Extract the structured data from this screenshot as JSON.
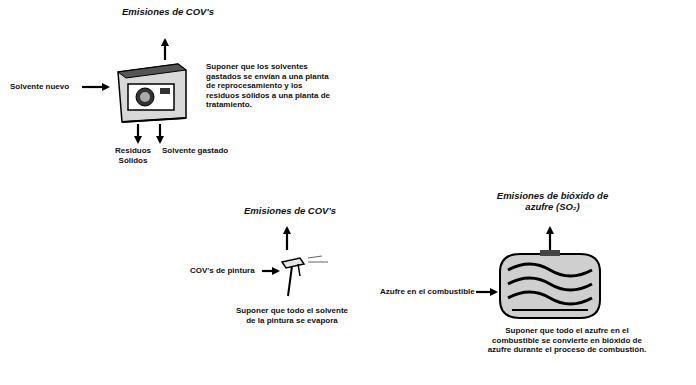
{
  "diagram": {
    "labels": [
      "Emisiones de COV's",
      "Suponer que los solventes gastados se envían a una planta de reprocesamiento y los residuos sólidos a una planta de tratamiento.",
      "Solvente nuevo",
      "Residuos Sólidos",
      "Solvente gastado",
      "Emisiones de bióxido de azufre (SO₂)",
      "Azufre en el combustible",
      "Suponer que todo el azufre en el combustible se convierte en bióxido de azufre durante el proceso de combustión.",
      "Emisiones de COV's",
      "COV's de pintura",
      "Suponer que todo el solvente de la pintura se evapora"
    ]
  }
}
